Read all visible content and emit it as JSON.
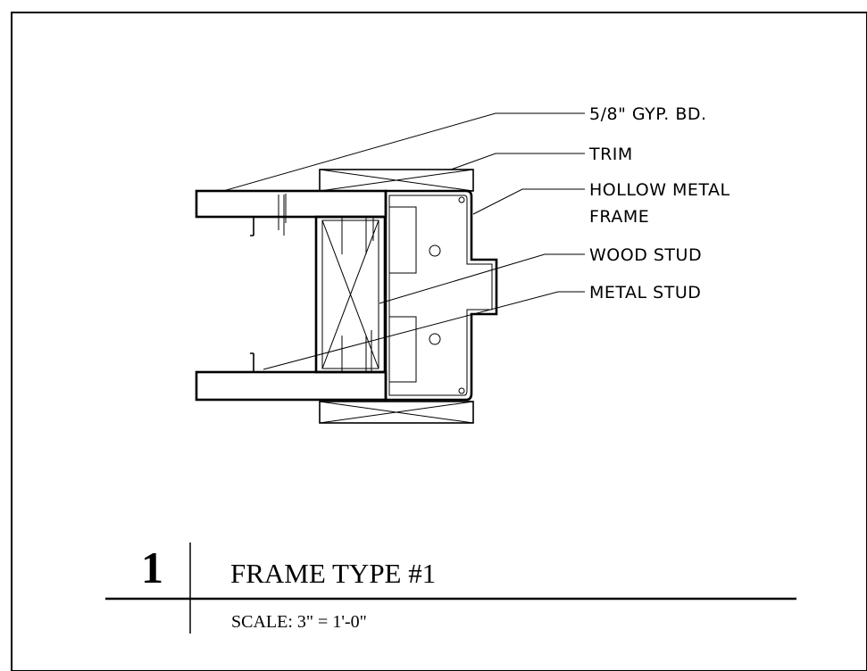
{
  "drawing": {
    "labels": {
      "gyp_bd": "5/8\" GYP. BD.",
      "trim": "TRIM",
      "hollow_metal_line1": "HOLLOW METAL",
      "hollow_metal_line2": "FRAME",
      "wood_stud": "WOOD STUD",
      "metal_stud": "METAL STUD"
    }
  },
  "title_block": {
    "number": "1",
    "title": "FRAME TYPE #1",
    "scale": "SCALE: 3\" = 1'-0\""
  }
}
